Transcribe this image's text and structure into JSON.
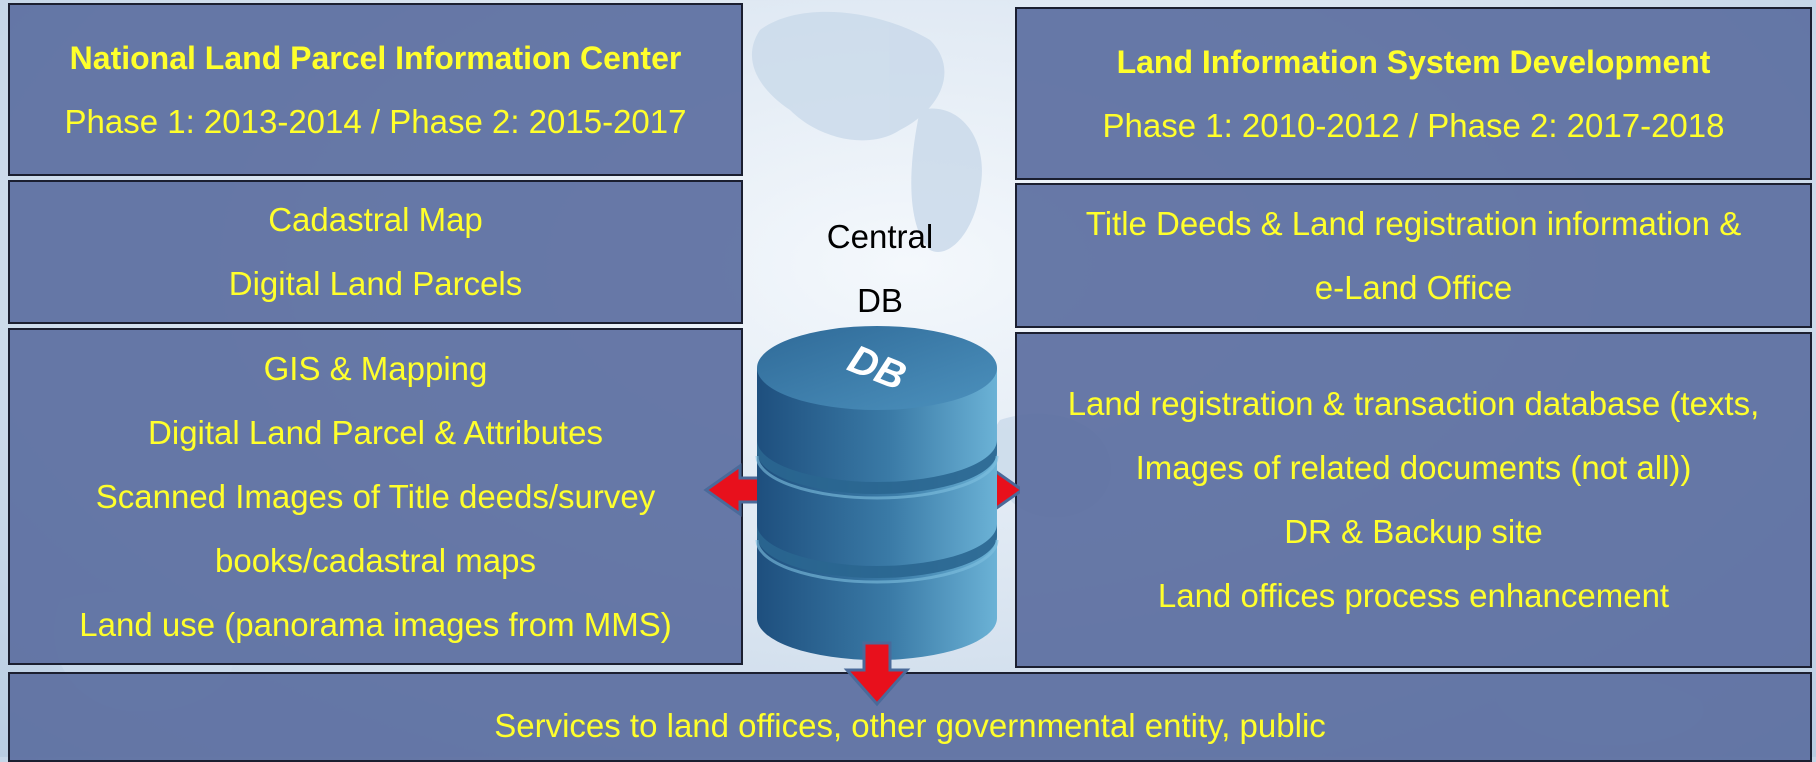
{
  "left_panel": {
    "header": {
      "title": "National Land Parcel Information Center",
      "subtitle": "Phase 1: 2013-2014 / Phase 2: 2015-2017"
    },
    "data_lines": [
      "Cadastral Map",
      "Digital Land Parcels"
    ],
    "function_lines": [
      "GIS & Mapping",
      "Digital Land Parcel & Attributes",
      "Scanned Images of Title deeds/survey",
      "books/cadastral maps",
      "Land use (panorama images from MMS)"
    ]
  },
  "right_panel": {
    "header": {
      "title": "Land Information System Development",
      "subtitle": "Phase 1: 2010-2012 / Phase 2: 2017-2018"
    },
    "data_lines": [
      "Title Deeds & Land registration information &",
      "e-Land Office"
    ],
    "function_lines": [
      "Land registration & transaction database (texts,",
      "Images of related documents (not all))",
      "DR & Backup site",
      "Land offices process enhancement"
    ]
  },
  "center": {
    "label_line1": "Central",
    "label_line2": "DB",
    "cylinder_text": "DB"
  },
  "bottom": {
    "services": "Services to land offices, other governmental entity, public"
  },
  "colors": {
    "box_fill": "#5c6fa0",
    "text_yellow": "#ffff2b",
    "arrow_red": "#e8101c",
    "db_blue": "#3a7aa6"
  }
}
